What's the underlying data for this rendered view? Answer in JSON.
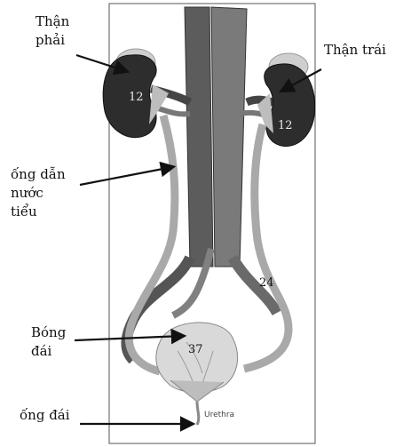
{
  "labels": {
    "than_phai_line1": "Thận",
    "than_phai_line2": "phải",
    "than_trai": "Thận trái",
    "ong_dan_line1": "ống dẫn",
    "ong_dan_line2": "nước",
    "ong_dan_line3": "tiểu",
    "bong_dai_line1": "Bóng",
    "bong_dai_line2": "đái",
    "ong_dai": "ống đái"
  },
  "model_numbers": {
    "right_kidney": "12",
    "left_kidney": "12",
    "ureter": "24",
    "bladder": "37"
  },
  "model_tag": "Urethra",
  "colors": {
    "kidney": "#2d2d2d",
    "vessel": "#6e6e6e",
    "ureter": "#a9a9a9",
    "adrenal": "#cfcfcf",
    "bladder": "#d9d9d9"
  }
}
